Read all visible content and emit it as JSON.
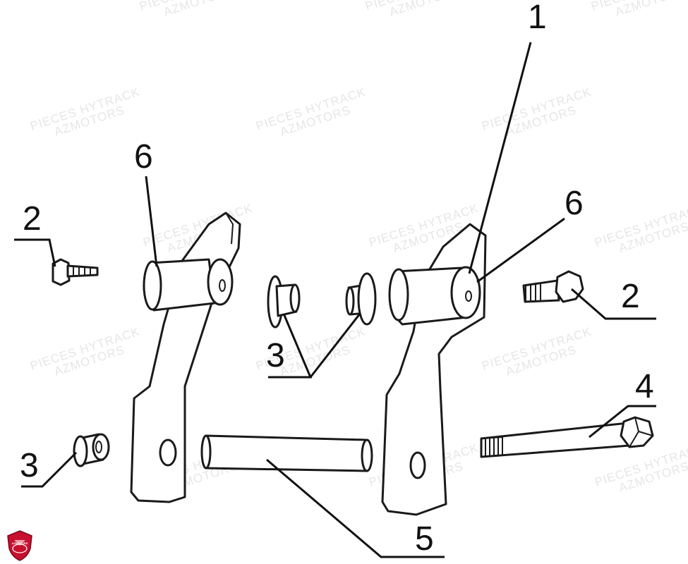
{
  "watermark": {
    "line1": "PIECES HYTRACK",
    "line2": "AZMOTORS"
  },
  "callouts": {
    "c1": "1",
    "c2_left": "2",
    "c2_right": "2",
    "c3_center": "3",
    "c3_left": "3",
    "c4": "4",
    "c5": "5",
    "c6_left": "6",
    "c6_right": "6"
  },
  "logo": {
    "text": "AZMOTORS",
    "color": "#c8102e"
  },
  "line_color": "#1a1a1a"
}
